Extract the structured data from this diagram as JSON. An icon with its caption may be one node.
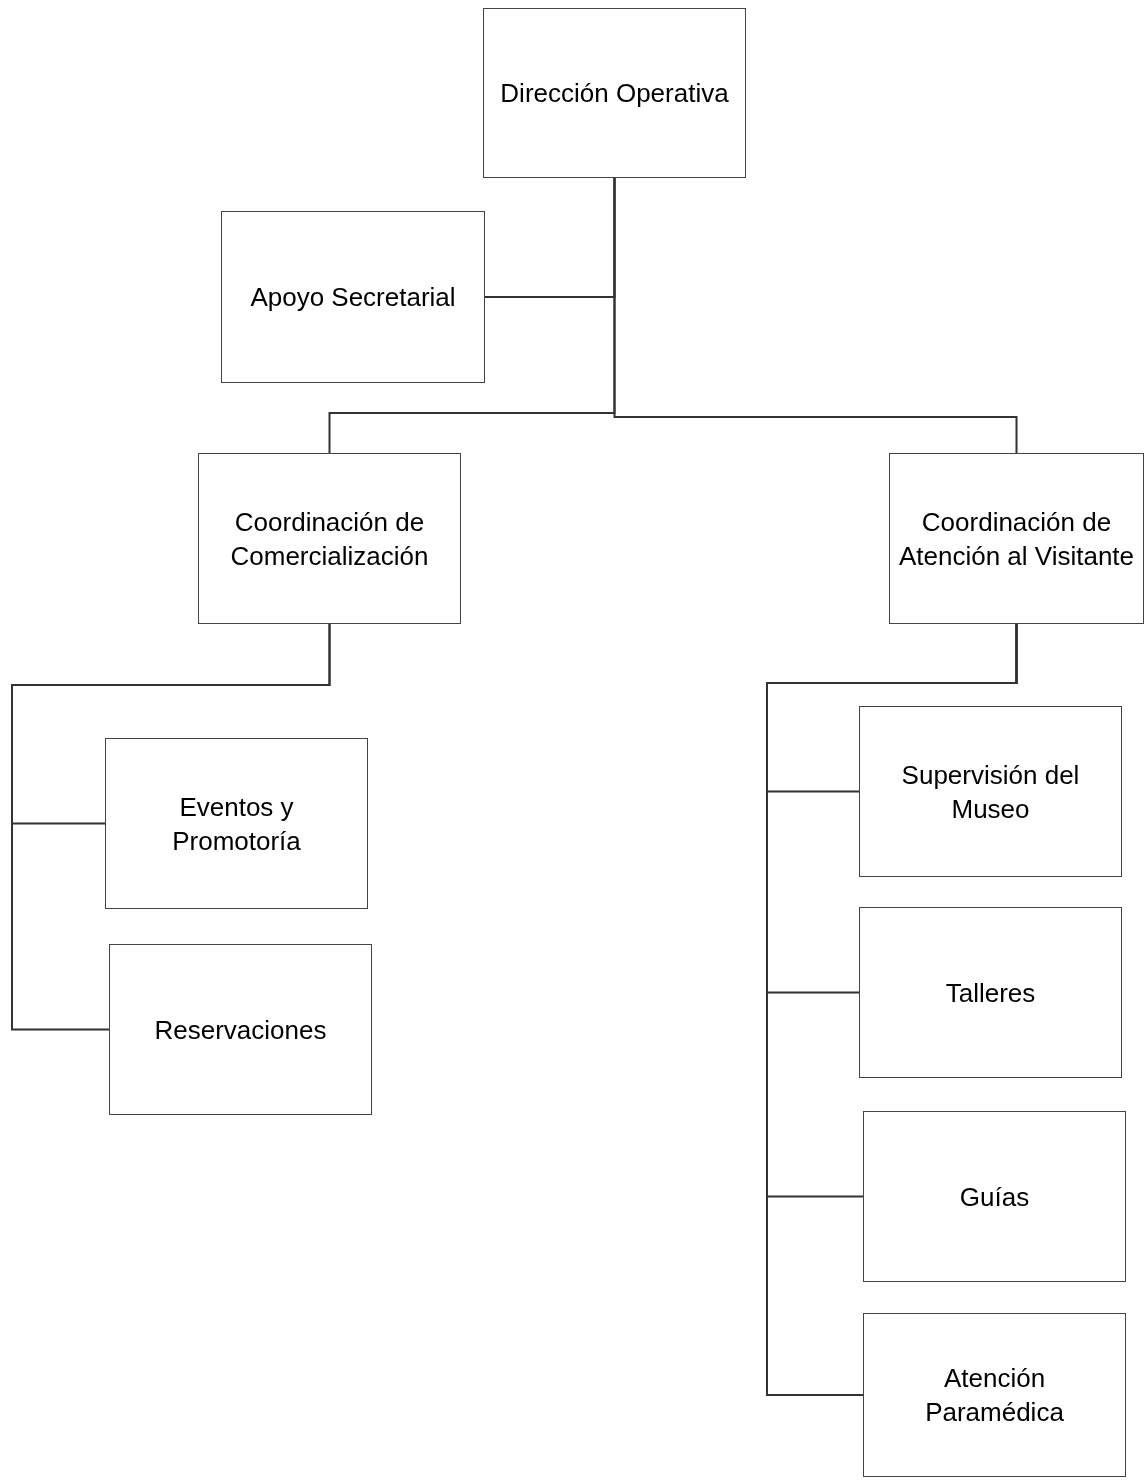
{
  "diagram": {
    "nodes": [
      {
        "text": [
          "Dirección Operativa"
        ]
      },
      {
        "text": [
          "Apoyo Secretarial"
        ]
      },
      {
        "text": [
          "Coordinación de Comercialización"
        ]
      },
      {
        "text": [
          "Coordinación de Atención al Visitante"
        ]
      },
      {
        "text": [
          "Eventos y Promotoría"
        ]
      },
      {
        "text": [
          "Reservaciones"
        ]
      },
      {
        "text": [
          "Supervisión del Museo"
        ]
      },
      {
        "text": [
          "Talleres"
        ]
      },
      {
        "text": [
          "Guías"
        ]
      },
      {
        "text": [
          "Atención Paramédica"
        ]
      }
    ],
    "edges": [
      {
        "from": 0,
        "to": 1,
        "arrow": "none"
      },
      {
        "from": 0,
        "to": 2,
        "arrow": "none"
      },
      {
        "from": 0,
        "to": 3,
        "arrow": "none"
      },
      {
        "from": 2,
        "to": 4,
        "arrow": "none"
      },
      {
        "from": 2,
        "to": 5,
        "arrow": "none"
      },
      {
        "from": 3,
        "to": 6,
        "arrow": "none"
      },
      {
        "from": 3,
        "to": 7,
        "arrow": "none"
      },
      {
        "from": 3,
        "to": 8,
        "arrow": "none"
      },
      {
        "from": 3,
        "to": 9,
        "arrow": "none"
      }
    ]
  }
}
